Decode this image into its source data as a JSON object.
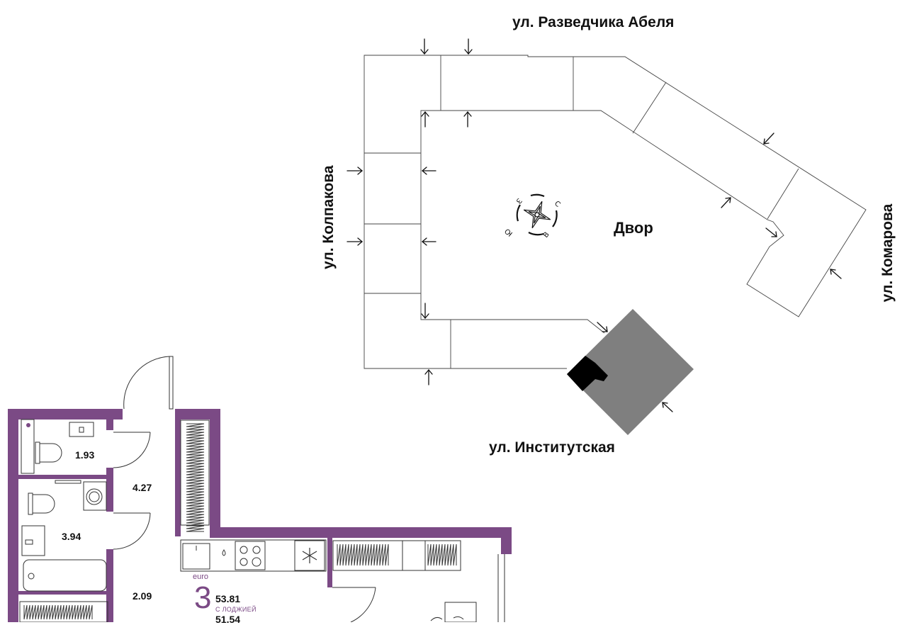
{
  "site_plan": {
    "streets": {
      "north": "ул. Разведчика Абеля",
      "west": "ул. Колпакова",
      "east": "ул. Комарова",
      "south": "ул. Институтская"
    },
    "courtyard_label": "Двор",
    "compass": {
      "north": "С",
      "east": "В",
      "south": "Ю",
      "west": "З",
      "icon": "compass-rose-icon"
    }
  },
  "floor_plan": {
    "rooms": [
      {
        "id": "toilet",
        "area": "1.93"
      },
      {
        "id": "hall",
        "area": "4.27"
      },
      {
        "id": "bathroom",
        "area": "3.94"
      },
      {
        "id": "corridor",
        "area": "2.09"
      }
    ],
    "apartment": {
      "class_label": "euro",
      "room_count": "3",
      "total_area": "53.81",
      "loggia_label": "С ЛОДЖИЕЙ",
      "living_area": "51.54"
    }
  },
  "colors": {
    "brand": "#7b4a85",
    "building_grey": "#7f7f7f",
    "entrance_black": "#000000",
    "line": "#333333"
  }
}
